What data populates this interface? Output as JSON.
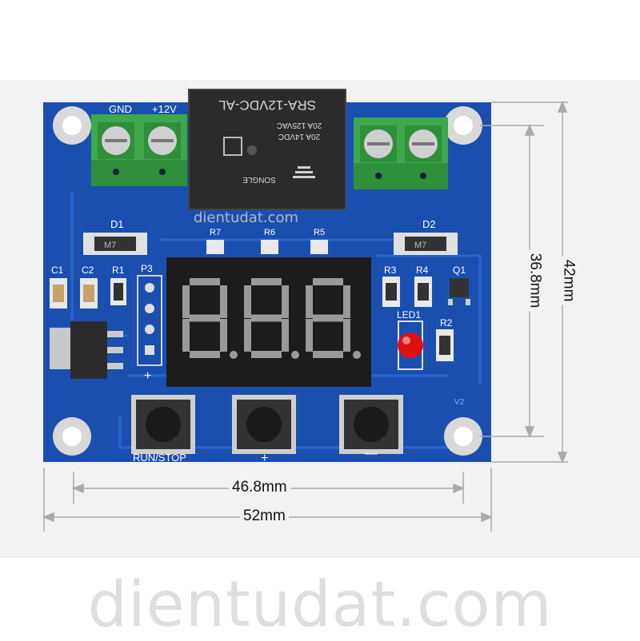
{
  "board": {
    "terminal_labels": {
      "gnd": "GND",
      "v12": "+12V"
    },
    "relay": {
      "model": "SRA-12VDC-AL",
      "rating1": "20A 125VAC",
      "rating2": "20A 14VDC",
      "brand": "SONGLE"
    },
    "components": {
      "d1": "D1",
      "d2": "D2",
      "diode_mark": "M7",
      "r7": "R7",
      "r6": "R6",
      "r5": "R5",
      "c1": "C1",
      "c2": "C2",
      "r1": "R1",
      "p3": "P3",
      "r3": "R3",
      "r4": "R4",
      "q1": "Q1",
      "led1": "LED1",
      "r2": "R2",
      "plus_sign": "+",
      "v2": "V2"
    },
    "display_digits": "8.8.8.",
    "buttons": {
      "run_stop": "RUN/STOP",
      "plus": "+",
      "minus": "—"
    }
  },
  "dimensions": {
    "inner_width": "46.8mm",
    "outer_width": "52mm",
    "inner_height": "36.8mm",
    "outer_height": "42mm"
  },
  "watermark": {
    "text": "dientudat.com"
  },
  "colors": {
    "pcb": "#1a4fb0",
    "terminal": "#3ea84a",
    "relay": "#2b2b2b",
    "led": "#e01010",
    "segment": "#9a9a9a"
  }
}
